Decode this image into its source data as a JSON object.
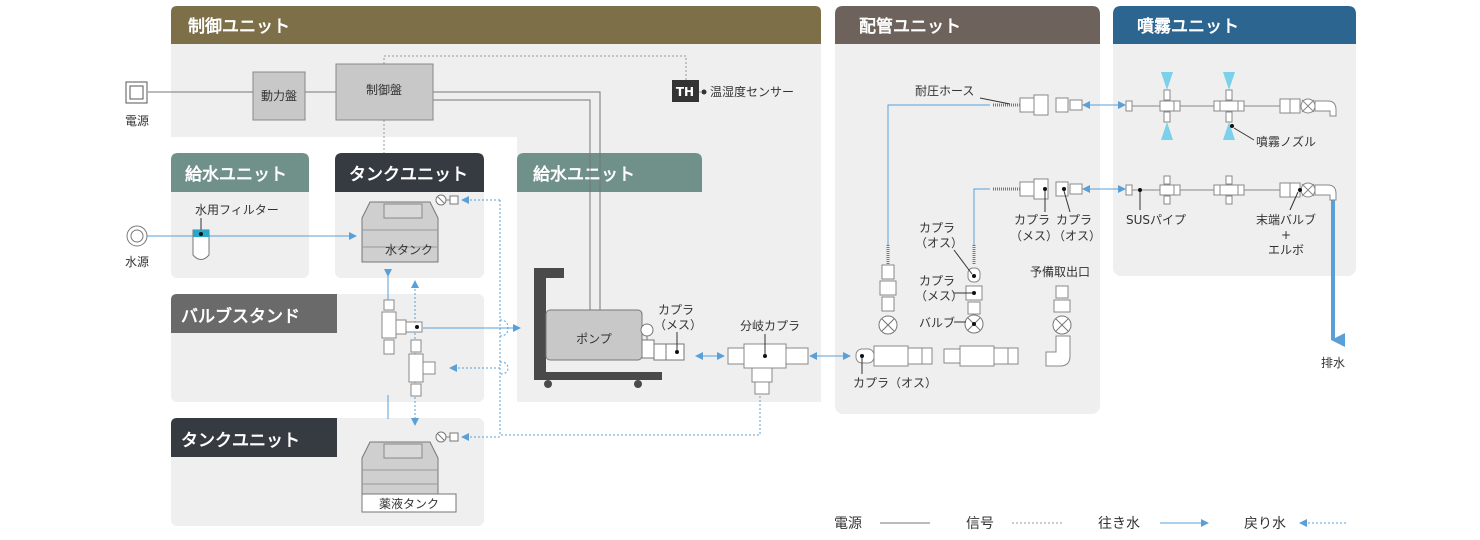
{
  "units": {
    "control": "制御ユニット",
    "piping": "配管ユニット",
    "mist": "噴霧ユニット",
    "supply_left": "給水ユニット",
    "tank_top": "タンクユニット",
    "supply_right": "給水ユニット",
    "valve_stand": "バルブスタンド",
    "tank_bottom": "タンクユニット"
  },
  "labels": {
    "power_panel": "動力盤",
    "control_panel": "制御盤",
    "th_badge": "TH",
    "sensor": "温湿度センサー",
    "power_source": "電源",
    "water_source": "水源",
    "filter": "水用フィルター",
    "water_tank": "水タンク",
    "chem_tank": "薬液タンク",
    "pump": "ポンプ",
    "coupler_female_pump_1": "カプラ",
    "coupler_female_pump_2": "（メス）",
    "branch_coupler": "分岐カプラ",
    "coupler_male_bottom": "カプラ（オス）",
    "pressure_hose": "耐圧ホース",
    "coupler_male_1a": "カプラ",
    "coupler_male_1b": "（オス）",
    "coupler_female_1a": "カプラ",
    "coupler_female_1b": "（メス）",
    "valve": "バルブ",
    "coupler_female_2a": "カプラ",
    "coupler_female_2b": "（メス）",
    "coupler_male_2a": "カプラ",
    "coupler_male_2b": "（オス）",
    "spare_outlet": "予備取出口",
    "nozzle": "噴霧ノズル",
    "sus_pipe": "SUSパイプ",
    "end_valve_1": "末端バルブ",
    "end_valve_2": "+",
    "end_valve_3": "エルボ",
    "drain": "排水"
  },
  "legend": {
    "power": "電源",
    "signal": "信号",
    "outgoing": "往き水",
    "return": "戻り水"
  },
  "colors": {
    "control_header": "#7d7049",
    "piping_header": "#6e635c",
    "mist_header": "#2d6591",
    "supply_header": "#6f9189",
    "tank_header": "#363b42",
    "valve_header": "#6a6a6a",
    "panel_bg": "#efefef",
    "flow": "#5aa0d8"
  }
}
